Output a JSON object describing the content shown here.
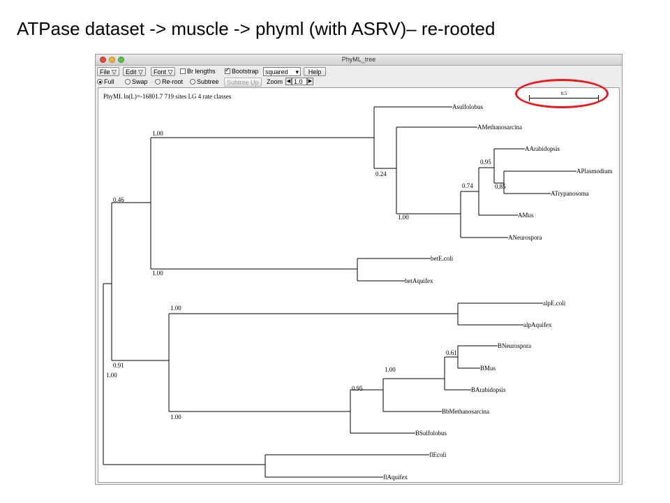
{
  "slide_title": "ATPase dataset -> muscle -> phyml (with ASRV)– re-rooted",
  "window": {
    "title": "PhyML_tree",
    "toolbar1": {
      "file": "File ▽",
      "edit": "Edit ▽",
      "font": "Font ▽",
      "br_lengths": "Br lengths",
      "br_lengths_checked": false,
      "bootstrap": "Bootstrap",
      "bootstrap_checked": true,
      "mode_select": "squared",
      "mode_arrow": "▾",
      "help": "Help"
    },
    "toolbar2": {
      "full": "Full",
      "swap": "Swap",
      "reroot": "Re-root",
      "subtree": "Subtree",
      "selected": "Full",
      "subtree_up": "Subtree Up",
      "zoom_label": "Zoom",
      "zoom_value": "1.0",
      "zoom_down": "◀",
      "zoom_up": "▶"
    },
    "header": "PhyML ln(L)=-16801.7 719 sites LG 4 rate classes",
    "scale_label": "0.5",
    "scale_value": 0.5
  },
  "tree": {
    "leaves": [
      "Asulfolobus",
      "AMethanosarcina",
      "AArabidopsis",
      "APlasmodium",
      "ATrypanosoma",
      "AMus",
      "ANeurospora",
      "betE.coli",
      "betAquifex",
      "alpE.coli",
      "alpAquifex",
      "BNeurospora",
      "BMus",
      "BArabidopsis",
      "BbMethanosarcina",
      "BSulfolobus",
      "flEcoli",
      "flAquifex"
    ],
    "bootstrap_labels": [
      "1.00",
      "0.46",
      "0.24",
      "0.95",
      "0.74",
      "0.85",
      "1.00",
      "1.00",
      "1.00",
      "0.91",
      "1.00",
      "0.61",
      "1.00",
      "0.95",
      "1.00"
    ]
  },
  "colors": {
    "annotation": "#e5191e",
    "window_bg": "#ececec",
    "tree_line": "#000000"
  }
}
